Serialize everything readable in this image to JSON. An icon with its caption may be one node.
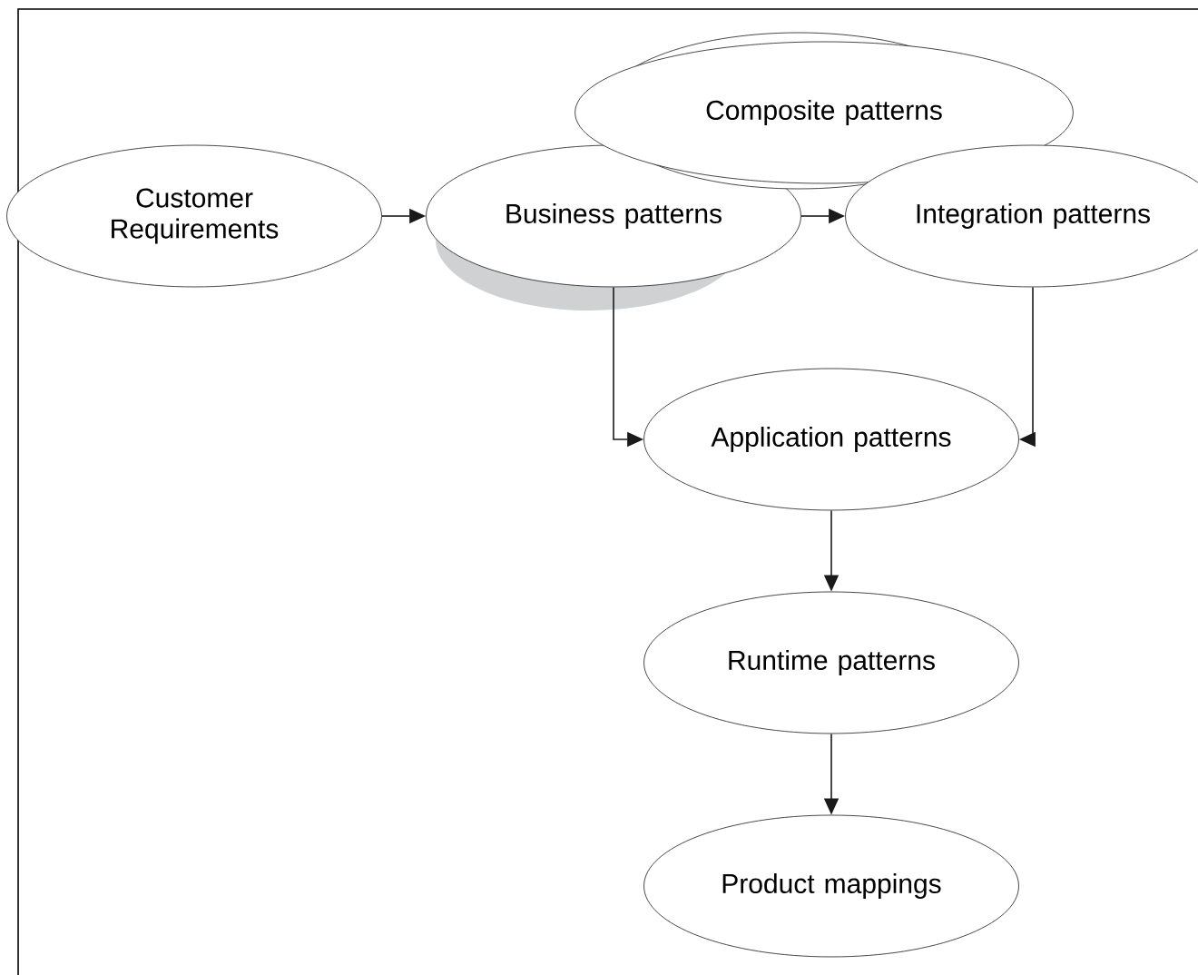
{
  "diagram": {
    "nodes": [
      {
        "text": [
          "Customer Requirements"
        ]
      },
      {
        "text": [
          "Business patterns"
        ]
      },
      {
        "text": [
          "Composite patterns"
        ]
      },
      {
        "text": [
          "Integration patterns"
        ]
      },
      {
        "text": [
          "Application patterns"
        ]
      },
      {
        "text": [
          "Runtime patterns"
        ]
      },
      {
        "text": [
          "Product mappings"
        ]
      }
    ],
    "edges": [
      {
        "from": 0,
        "to": 1,
        "arrow": "to"
      },
      {
        "from": 1,
        "to": 3,
        "arrow": "to"
      },
      {
        "from": 1,
        "to": 4,
        "arrow": "to"
      },
      {
        "from": 3,
        "to": 4,
        "arrow": "to"
      },
      {
        "from": 4,
        "to": 5,
        "arrow": "to"
      },
      {
        "from": 5,
        "to": 6,
        "arrow": "to"
      }
    ]
  }
}
